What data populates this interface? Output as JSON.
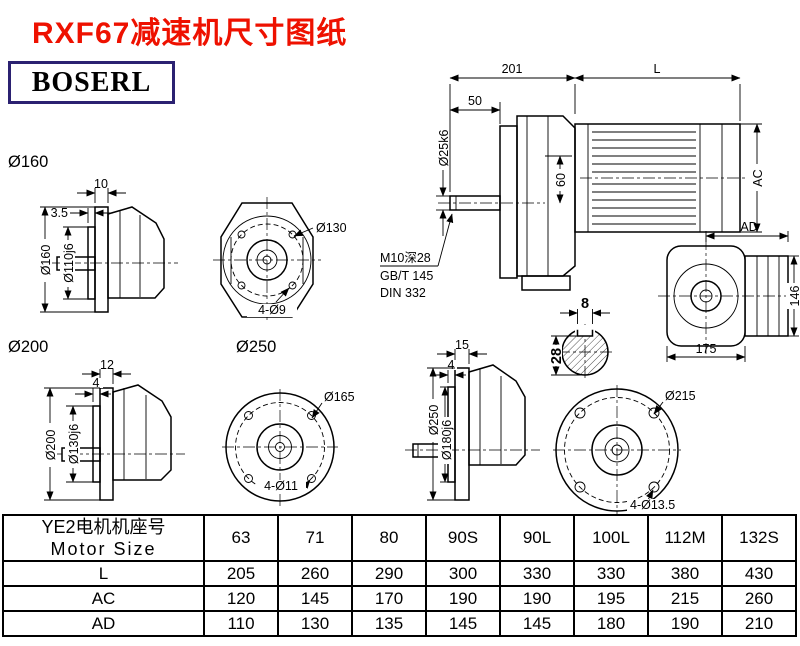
{
  "title": "RXF67减速机尺寸图纸",
  "brand": "BOSERL",
  "colors": {
    "title_red": "#ee1100",
    "brand_border": "#2b2171",
    "line": "#000000"
  },
  "main_view": {
    "dim_201": "201",
    "dim_l": "L",
    "dim_50": "50",
    "dim_shaft": "Ø25k6",
    "dim_60": "60",
    "dim_ac": "AC"
  },
  "end_view": {
    "dim_ad": "AD",
    "dim_146": "146",
    "dim_175": "175"
  },
  "notes": {
    "thread": "M10深28",
    "std1": "GB/T 145",
    "std2": "DIN 332"
  },
  "shaft_section": {
    "key_width": "8",
    "key_depth": "28"
  },
  "flange160": {
    "label": "Ø160",
    "dim_10": "10",
    "dim_3_5": "3.5",
    "dim_od": "Ø160",
    "dim_spigot": "Ø110j6",
    "front_bc": "Ø130",
    "front_holes": "4-Ø9"
  },
  "flange200": {
    "label": "Ø200",
    "dim_12": "12",
    "dim_4": "4",
    "dim_od": "Ø200",
    "dim_spigot": "Ø130j6",
    "front_bc": "Ø165",
    "front_holes": "4-Ø11"
  },
  "flange250": {
    "label": "Ø250",
    "dim_15": "15",
    "dim_4": "4",
    "dim_od": "Ø250",
    "dim_spigot": "Ø180j6",
    "front_bc": "Ø215",
    "front_holes": "4-Ø13.5"
  },
  "table": {
    "header_cn": "YE2电机机座号",
    "header_en": "Motor Size",
    "sizes": [
      "63",
      "71",
      "80",
      "90S",
      "90L",
      "100L",
      "112M",
      "132S"
    ],
    "rows": [
      {
        "label": "L",
        "values": [
          "205",
          "260",
          "290",
          "300",
          "330",
          "330",
          "380",
          "430"
        ]
      },
      {
        "label": "AC",
        "values": [
          "120",
          "145",
          "170",
          "190",
          "190",
          "195",
          "215",
          "260"
        ]
      },
      {
        "label": "AD",
        "values": [
          "110",
          "130",
          "135",
          "145",
          "145",
          "180",
          "190",
          "210"
        ]
      }
    ]
  }
}
